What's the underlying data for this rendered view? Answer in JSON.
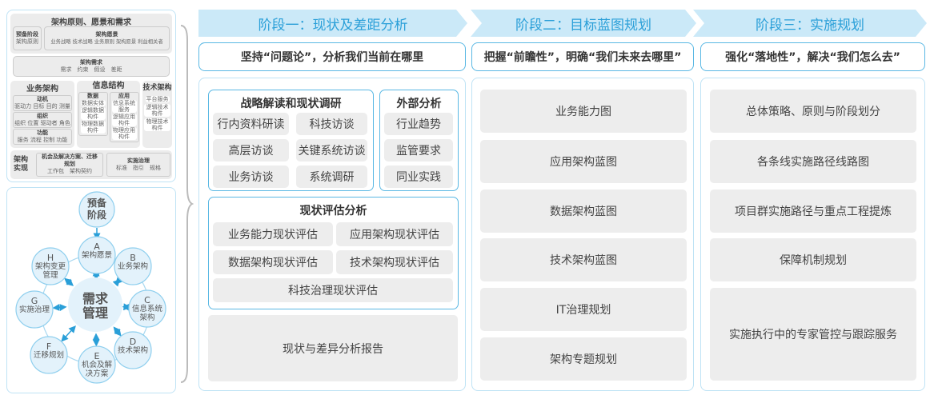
{
  "left_top": {
    "title": "架构原则、愿景和需求",
    "prep": {
      "title": "预备阶段",
      "sub": "架构原则"
    },
    "vision": {
      "title": "架构愿景",
      "sub": "业务战略 技术战略 业务原则 架构愿景 利益相关者"
    },
    "req": {
      "title": "架构需求",
      "sub": "需求　约束　假设　差距"
    },
    "biz": {
      "title": "业务架构",
      "items": [
        {
          "t": "动机",
          "s": "驱动力 目标 目的 测量"
        },
        {
          "t": "组织",
          "s": "组织 位置 驱动者 角色"
        },
        {
          "t": "功能",
          "s": "服务 流程 控制 功能"
        }
      ]
    },
    "info": {
      "title": "信息结构",
      "data": {
        "t": "数据",
        "items": [
          "数据实体",
          "逻辑数据构件",
          "物理数据构件"
        ]
      },
      "app": {
        "t": "应用",
        "items": [
          "信息系统服务",
          "逻辑应用构件",
          "物理应用构件"
        ]
      }
    },
    "tech": {
      "title": "技术架构",
      "items": [
        "平台服务",
        "逻辑技术构件",
        "物理技术构件"
      ]
    },
    "impl": {
      "title": "架构实现",
      "opp": {
        "t": "机会及解决方案、迁移规划",
        "s": "工作包　架构契约"
      },
      "gov": {
        "t": "实施治理",
        "s": "标准　指引　规格"
      }
    }
  },
  "cycle": {
    "center": "需求管理",
    "prep": "预备阶段",
    "nodes": [
      {
        "letter": "A",
        "label": "架构愿景"
      },
      {
        "letter": "B",
        "label": "业务架构"
      },
      {
        "letter": "C",
        "label": "信息系统架构"
      },
      {
        "letter": "D",
        "label": "技术架构"
      },
      {
        "letter": "E",
        "label": "机会及解决方案"
      },
      {
        "letter": "F",
        "label": "迁移规划"
      },
      {
        "letter": "G",
        "label": "实施治理"
      },
      {
        "letter": "H",
        "label": "架构变更管理"
      }
    ]
  },
  "stages": [
    {
      "title": "阶段一：现状及差距分析",
      "subtitle": "坚持“问题论”，分析我们当前在哪里",
      "strategy": {
        "title": "战略解读和现状调研",
        "items": [
          "行内资料研读",
          "科技访谈",
          "高层访谈",
          "关键系统访谈",
          "业务访谈",
          "系统调研"
        ]
      },
      "external": {
        "title": "外部分析",
        "items": [
          "行业趋势",
          "监管要求",
          "同业实践"
        ]
      },
      "assessment": {
        "title": "现状评估分析",
        "items": [
          "业务能力现状评估",
          "应用架构现状评估",
          "数据架构现状评估",
          "技术架构现状评估",
          "科技治理现状评估"
        ]
      },
      "report": "现状与差异分析报告"
    },
    {
      "title": "阶段二：目标蓝图规划",
      "subtitle": "把握“前瞻性”，明确“我们未来去哪里”",
      "items": [
        "业务能力图",
        "应用架构蓝图",
        "数据架构蓝图",
        "技术架构蓝图",
        "IT治理规划",
        "架构专题规划"
      ]
    },
    {
      "title": "阶段三：实施规划",
      "subtitle": "强化“落地性”，解决“我们怎么去”",
      "items": [
        "总体策略、原则与阶段划分",
        "各条线实施路径线路图",
        "项目群实施路径与重点工程提炼",
        "保障机制规划",
        "实施执行中的专家管控与跟踪服务"
      ]
    }
  ],
  "colors": {
    "accent": "#2a9fd8",
    "header_bg": "#cbe9f8",
    "border": "#5ab8e4",
    "item_bg": "#ededed"
  }
}
